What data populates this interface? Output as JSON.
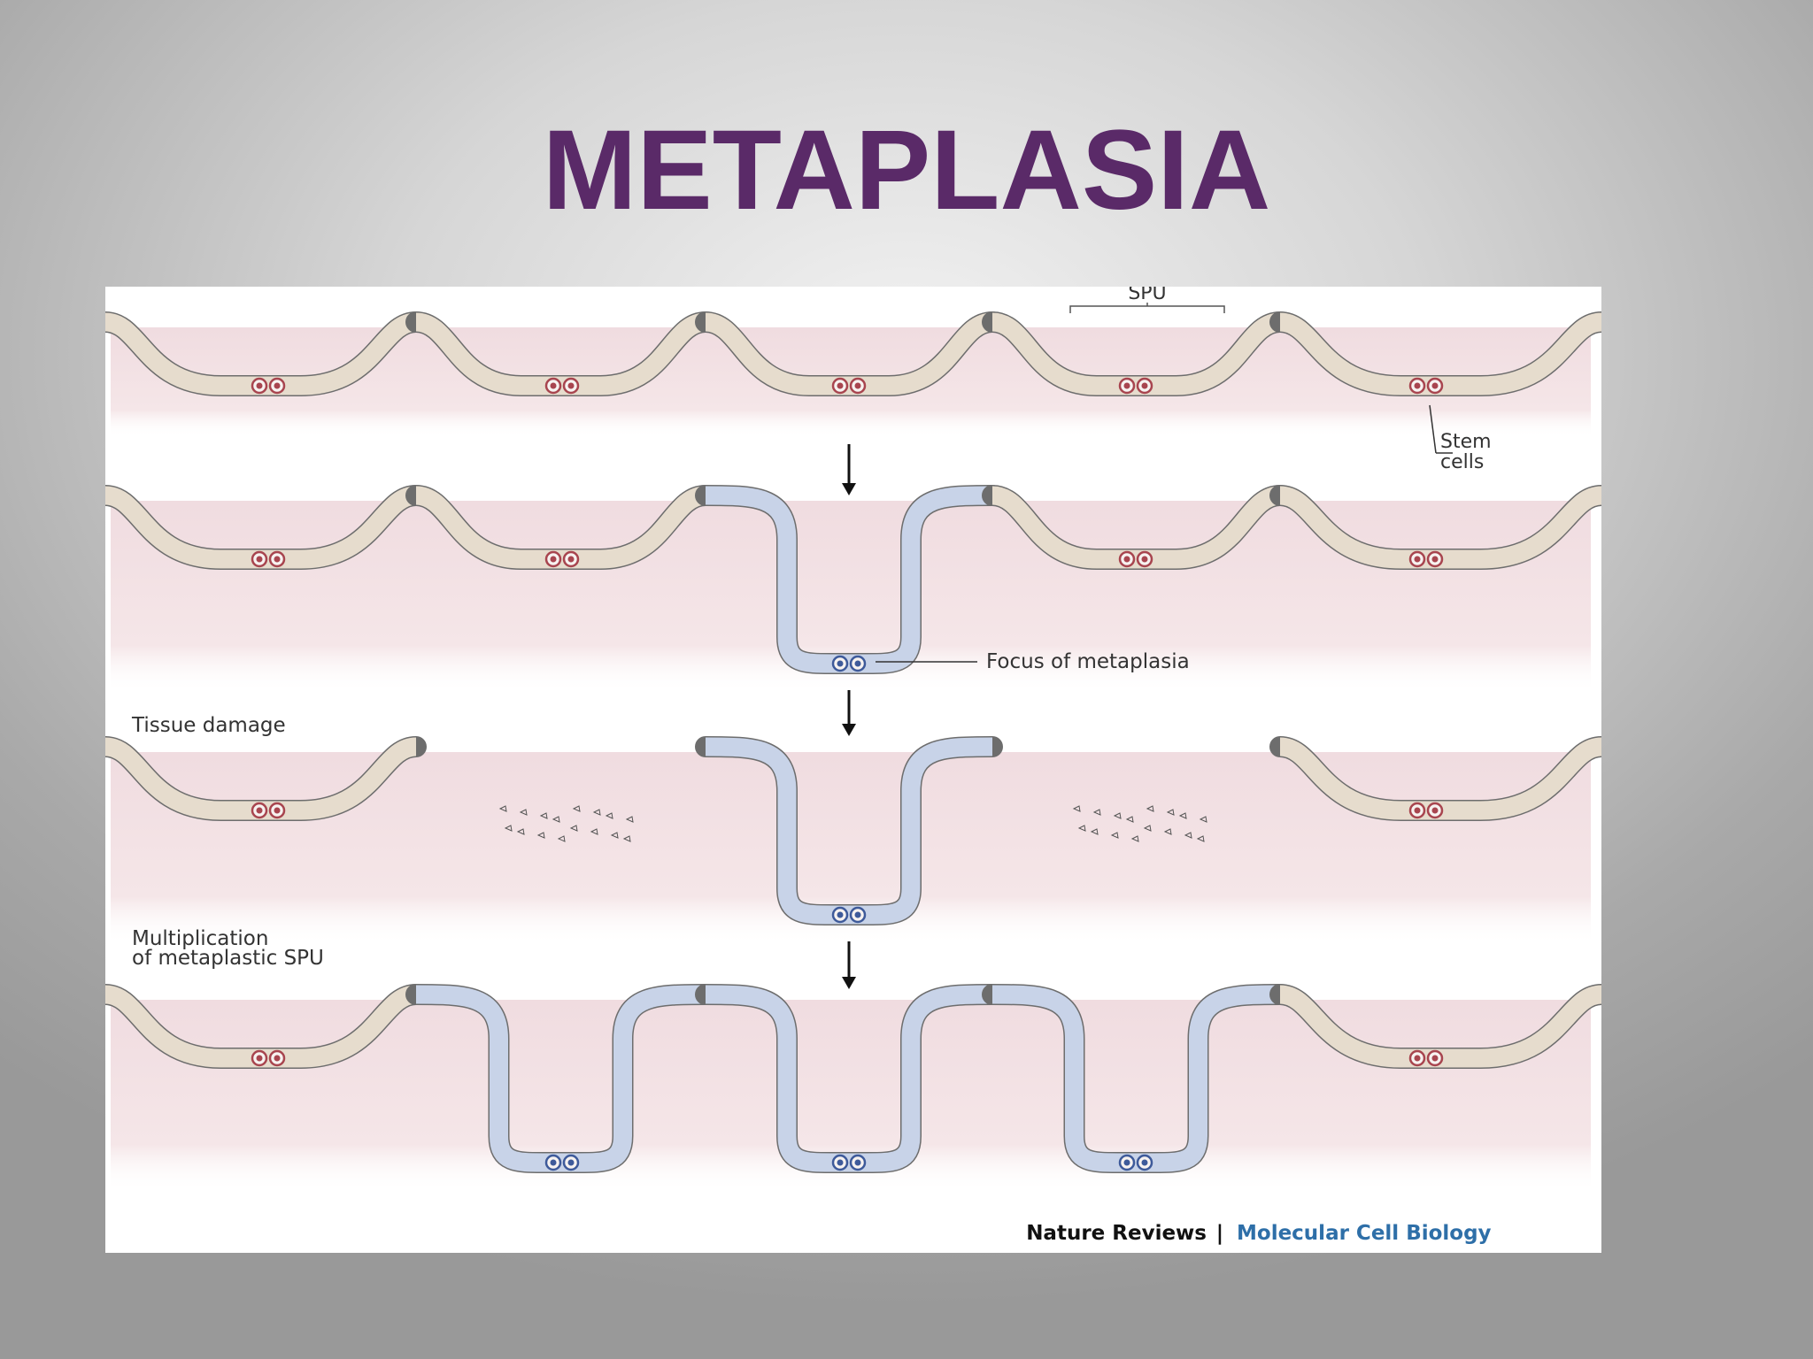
{
  "slide": {
    "title": "METAPLASIA"
  },
  "figure": {
    "labels": {
      "spu": "SPU",
      "stem_cells": "Stem cells",
      "focus": "Focus of metaplasia",
      "tissue_damage": "Tissue damage",
      "multiplication": "Multiplication of metaplastic SPU"
    },
    "credit": {
      "journal": "Nature Reviews",
      "separator": "|",
      "section": "Molecular Cell Biology"
    },
    "colors": {
      "normal_epithelium": "#e6dccd",
      "metaplastic_epithelium": "#c8d3e8",
      "stroma": "#f0dce0",
      "normal_stem_cell": "#a8454f",
      "metaplastic_stem_cell": "#3e5a9a",
      "credit_accent": "#2e6fa8"
    }
  }
}
